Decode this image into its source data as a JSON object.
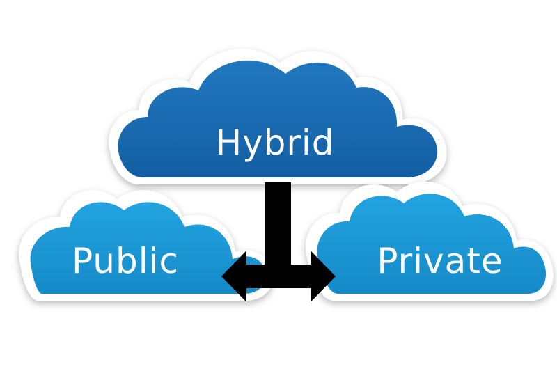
{
  "diagram": {
    "clouds": {
      "hybrid": {
        "label": "Hybrid",
        "color": "#1b6eb5"
      },
      "public": {
        "label": "Public",
        "color": "#1a96d4"
      },
      "private": {
        "label": "Private",
        "color": "#1a96d4"
      }
    },
    "connector": {
      "color": "#000000",
      "style": "T-shaped double-headed arrow"
    },
    "background_color": "#ffffff"
  }
}
